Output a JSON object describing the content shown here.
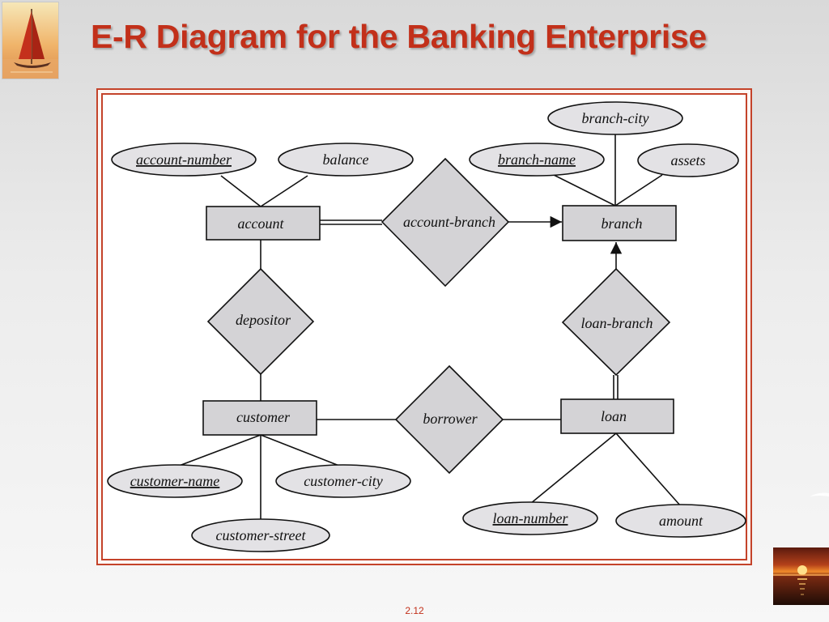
{
  "slide": {
    "title": "E-R Diagram for the Banking Enterprise",
    "page_number": "2.12"
  },
  "diagram": {
    "entities": {
      "account": "account",
      "branch": "branch",
      "customer": "customer",
      "loan": "loan"
    },
    "relationships": {
      "account_branch": "account-branch",
      "depositor": "depositor",
      "loan_branch": "loan-branch",
      "borrower": "borrower"
    },
    "attributes": {
      "account_number": "account-number",
      "balance": "balance",
      "branch_city": "branch-city",
      "branch_name": "branch-name",
      "assets": "assets",
      "customer_name": "customer-name",
      "customer_city": "customer-city",
      "customer_street": "customer-street",
      "loan_number": "loan-number",
      "amount": "amount"
    }
  },
  "colors": {
    "title": "#c2301a",
    "frame_border": "#c4432a",
    "shape_fill": "#d4d3d6",
    "line": "#111111"
  },
  "icons": {
    "corner_logo": "sailboat-sunset-icon",
    "corner_image": "sunset-ocean-icon"
  }
}
